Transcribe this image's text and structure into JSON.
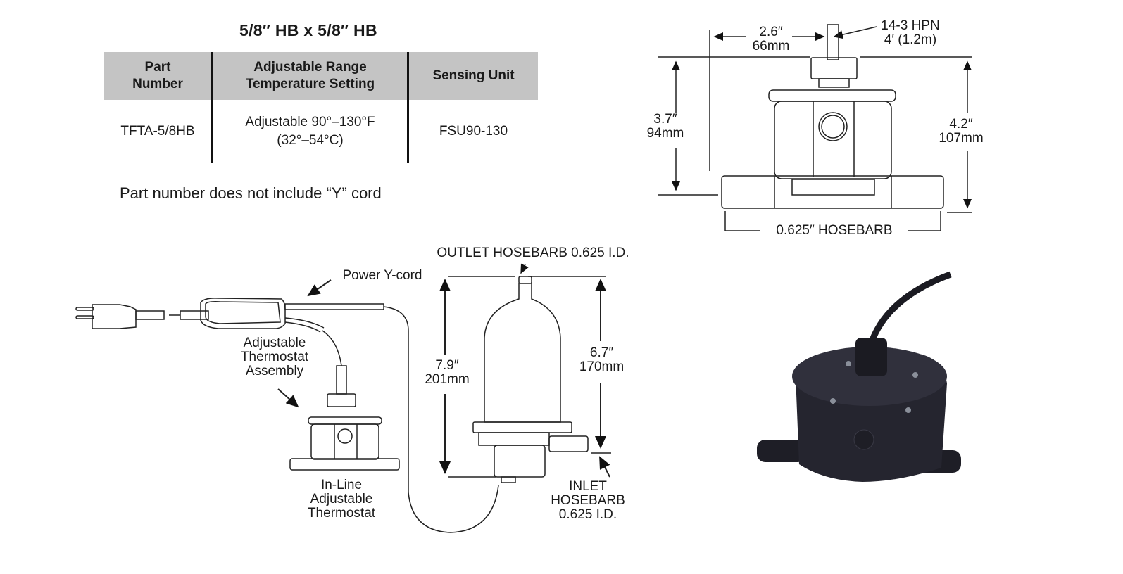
{
  "title": "5/8″ HB x 5/8″ HB",
  "table": {
    "headers": [
      "Part Number",
      "Adjustable Range Temperature Setting",
      "Sensing Unit"
    ],
    "header_lines": [
      [
        "Part",
        "Number"
      ],
      [
        "Adjustable Range",
        "Temperature Setting"
      ],
      [
        "Sensing Unit"
      ]
    ],
    "rows": [
      {
        "part_number": "TFTA-5/8HB",
        "range_line1": "Adjustable 90°–130°F",
        "range_line2": "(32°–54°C)",
        "sensing_unit": "FSU90-130"
      }
    ],
    "header_bg": "#c4c4c4"
  },
  "note": "Part number does not include “Y” cord",
  "thermostat_dims": {
    "width_in": "2.6″",
    "width_mm": "66mm",
    "cord_line1": "14-3 HPN",
    "cord_line2": "4′ (1.2m)",
    "height_left_in": "3.7″",
    "height_left_mm": "94mm",
    "height_right_in": "4.2″",
    "height_right_mm": "107mm",
    "hosebarb": "0.625″ HOSEBARB"
  },
  "assembly": {
    "power_cord": "Power Y-cord",
    "thermostat_assembly": [
      "Adjustable",
      "Thermostat",
      "Assembly"
    ],
    "inline_thermostat": [
      "In-Line",
      "Adjustable",
      "Thermostat"
    ],
    "outlet": "OUTLET HOSEBARB 0.625 I.D.",
    "heater_height_in": "7.9″",
    "heater_height_mm": "201mm",
    "inlet_height_in": "6.7″",
    "inlet_height_mm": "170mm",
    "inlet": [
      "INLET",
      "HOSEBARB",
      "0.625 I.D."
    ]
  },
  "photo": {
    "alt": "Thermostat product photo"
  }
}
